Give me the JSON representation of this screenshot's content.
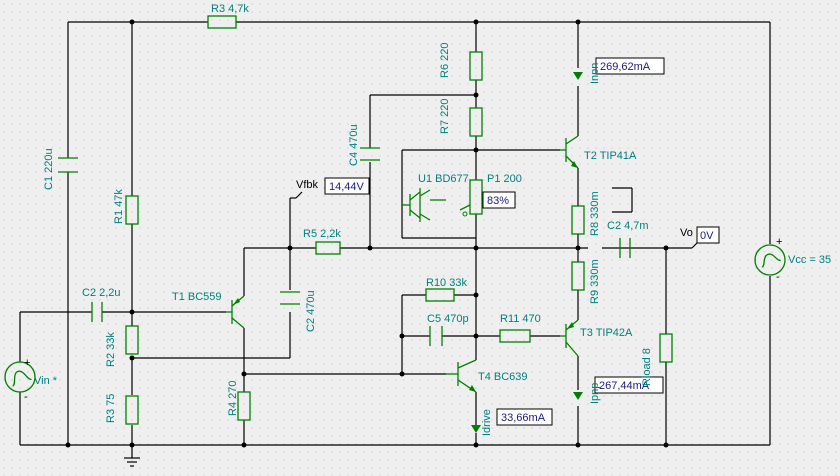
{
  "labels": {
    "r3": "R3 4,7k",
    "r6": "R6 220",
    "r7": "R7 220",
    "c1": "C1 220u",
    "r1": "R1 47k",
    "c4": "C4 470u",
    "u1": "U1 BD677",
    "p1": "P1 200",
    "t2": "T2 TIP41A",
    "r8": "R8 330m",
    "c2out": "C2 4,7m",
    "vo": "Vo",
    "vcc": "Vcc = 35",
    "vfbk": "Vfbk",
    "r5": "R5 2,2k",
    "c2in": "C2 2,2u",
    "t1": "T1 BC559",
    "c2fb": "C2 470u",
    "r10": "R10 33k",
    "r9": "R9 330m",
    "c5": "C5 470p",
    "r11": "R11 470",
    "t3": "T3 TIP42A",
    "r2": "R2 33k",
    "r4": "R4 270",
    "r3b": "R3 75",
    "t4": "T4 BC639",
    "rload": "Rload 8",
    "vin": "Vin *",
    "inpn": "Inpn",
    "ipnp": "Ipnp",
    "idrive": "Idrive"
  },
  "meters": {
    "inpn": "269,62mA",
    "vfbk": "14,44V",
    "p1": "83%",
    "vo": "0V",
    "ipnp": "267,44mA",
    "idrive": "33,66mA"
  },
  "colors": {
    "wire": "#000000",
    "component": "#008000",
    "label": "#008080",
    "meter": "#1a1a80"
  }
}
